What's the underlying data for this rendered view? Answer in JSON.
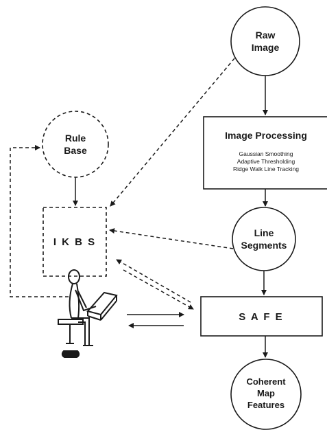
{
  "nodes": {
    "raw_image": {
      "line1": "Raw",
      "line2": "Image"
    },
    "image_processing": {
      "title": "Image Processing",
      "step1": "Gaussian Smoothing",
      "step2": "Adaptive Thresholding",
      "step3": "Ridge Walk Line Tracking"
    },
    "line_segments": {
      "line1": "Line",
      "line2": "Segments"
    },
    "safe": {
      "label": "S A F E"
    },
    "coherent": {
      "line1": "Coherent",
      "line2": "Map",
      "line3": "Features"
    },
    "rule_base": {
      "line1": "Rule",
      "line2": "Base"
    },
    "ikbs": {
      "label": "I K B S"
    }
  },
  "colors": {
    "ink": "#1a1a1a",
    "background": "#ffffff"
  },
  "icons": [
    "operator-at-workstation-icon"
  ]
}
